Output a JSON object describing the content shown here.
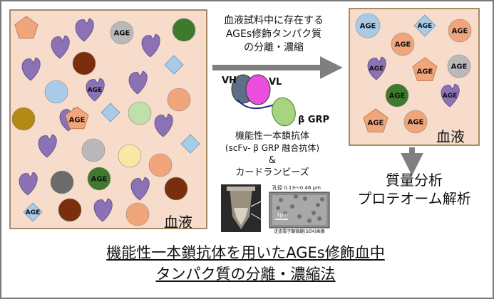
{
  "left_panel": {
    "label": "血液"
  },
  "right_panel": {
    "label": "血液"
  },
  "age_label": "AGE",
  "arrow_caption": [
    "血液試料中に存在する",
    "AGEs修飾タンパク質",
    "の分離・濃縮"
  ],
  "antibody": {
    "vh": "VH",
    "vl": "VL",
    "grp": "β GRP",
    "name_lines": [
      "機能性一本鎖抗体",
      "(scFv- β GRP 融合抗体)",
      "&",
      "カードランビーズ"
    ]
  },
  "sem": {
    "pore": "孔径 0.13～0.46 μm",
    "scale": "1μm",
    "caption": "走査電子顕微鏡(SEM)画像"
  },
  "analysis": [
    "質量分析",
    "プロテオーム解析"
  ],
  "title_lines": [
    "機能性一本鎖抗体を用いたAGEs修飾血中",
    "タンパク質の分離・濃縮法"
  ],
  "colors": {
    "panel_fill": "#f8dccb",
    "panel_border": "#8a6a3a",
    "arrow": "#7f7f7f",
    "purple": "#8a72b5",
    "orange": "#f0a57a",
    "blue": "#a9cbe8",
    "grey": "#b9b9b9",
    "brown": "#7a2e0e",
    "green": "#3f7a2c",
    "lightgreen": "#bfe0a9",
    "yellow": "#f7e8a2",
    "gold": "#b38a12",
    "darkgrey": "#6b6b6b"
  }
}
